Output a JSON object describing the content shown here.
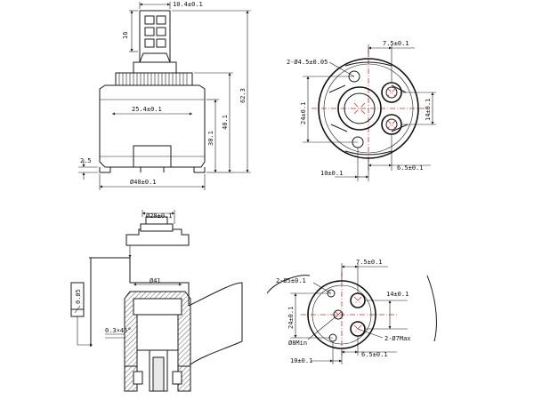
{
  "views": {
    "side": {
      "dims": {
        "stem_width": "10.4±0.1",
        "stem_height": "16",
        "inner_width": "25.4±0.1",
        "body_height": "30.1",
        "mid_height": "40.1",
        "total_height": "62.3",
        "base_step": "2.5",
        "outer_diameter": "Ø40±0.1"
      }
    },
    "top": {
      "dims": {
        "mount_holes": "2-Ø4.5±0.05",
        "offset_top": "7.5±0.1",
        "height_left": "24±0.1",
        "height_right": "14±0.1",
        "offset_bottom_left": "10±0.1",
        "offset_bottom_right": "6.5±0.1"
      }
    },
    "seal": {
      "dims": {
        "diameter": "Ø28±0.1"
      }
    },
    "section": {
      "dims": {
        "bore": "Ø41",
        "chamfer": "0.3×45°",
        "flatness": "0.05"
      }
    },
    "bottom": {
      "dims": {
        "holes": "2-Ø5±0.1",
        "offset_top": "7.5±0.1",
        "height_right": "14±0.1",
        "height_left": "24±0.1",
        "min_diameter": "Ø8Min",
        "max_hole": "2-Ø7Max",
        "offset_bottom_left": "10±0.1",
        "offset_bottom_right": "6.5±0.1"
      }
    }
  }
}
